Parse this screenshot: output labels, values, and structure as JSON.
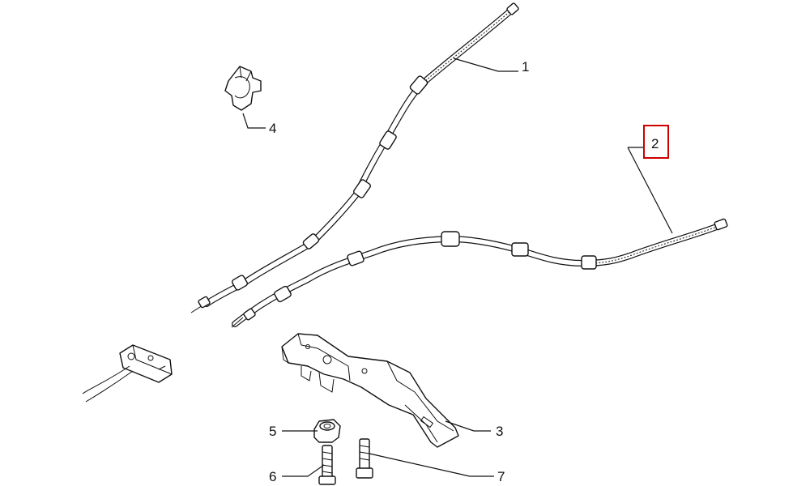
{
  "diagram": {
    "callouts": [
      {
        "id": "1",
        "label": "1",
        "highlighted": false
      },
      {
        "id": "2",
        "label": "2",
        "highlighted": true
      },
      {
        "id": "3",
        "label": "3",
        "highlighted": false
      },
      {
        "id": "4",
        "label": "4",
        "highlighted": false
      },
      {
        "id": "5",
        "label": "5",
        "highlighted": false
      },
      {
        "id": "6",
        "label": "6",
        "highlighted": false
      },
      {
        "id": "7",
        "label": "7",
        "highlighted": false
      }
    ],
    "highlight_color": "#cc0000",
    "line_color": "#111111",
    "background_color": "#ffffff"
  }
}
